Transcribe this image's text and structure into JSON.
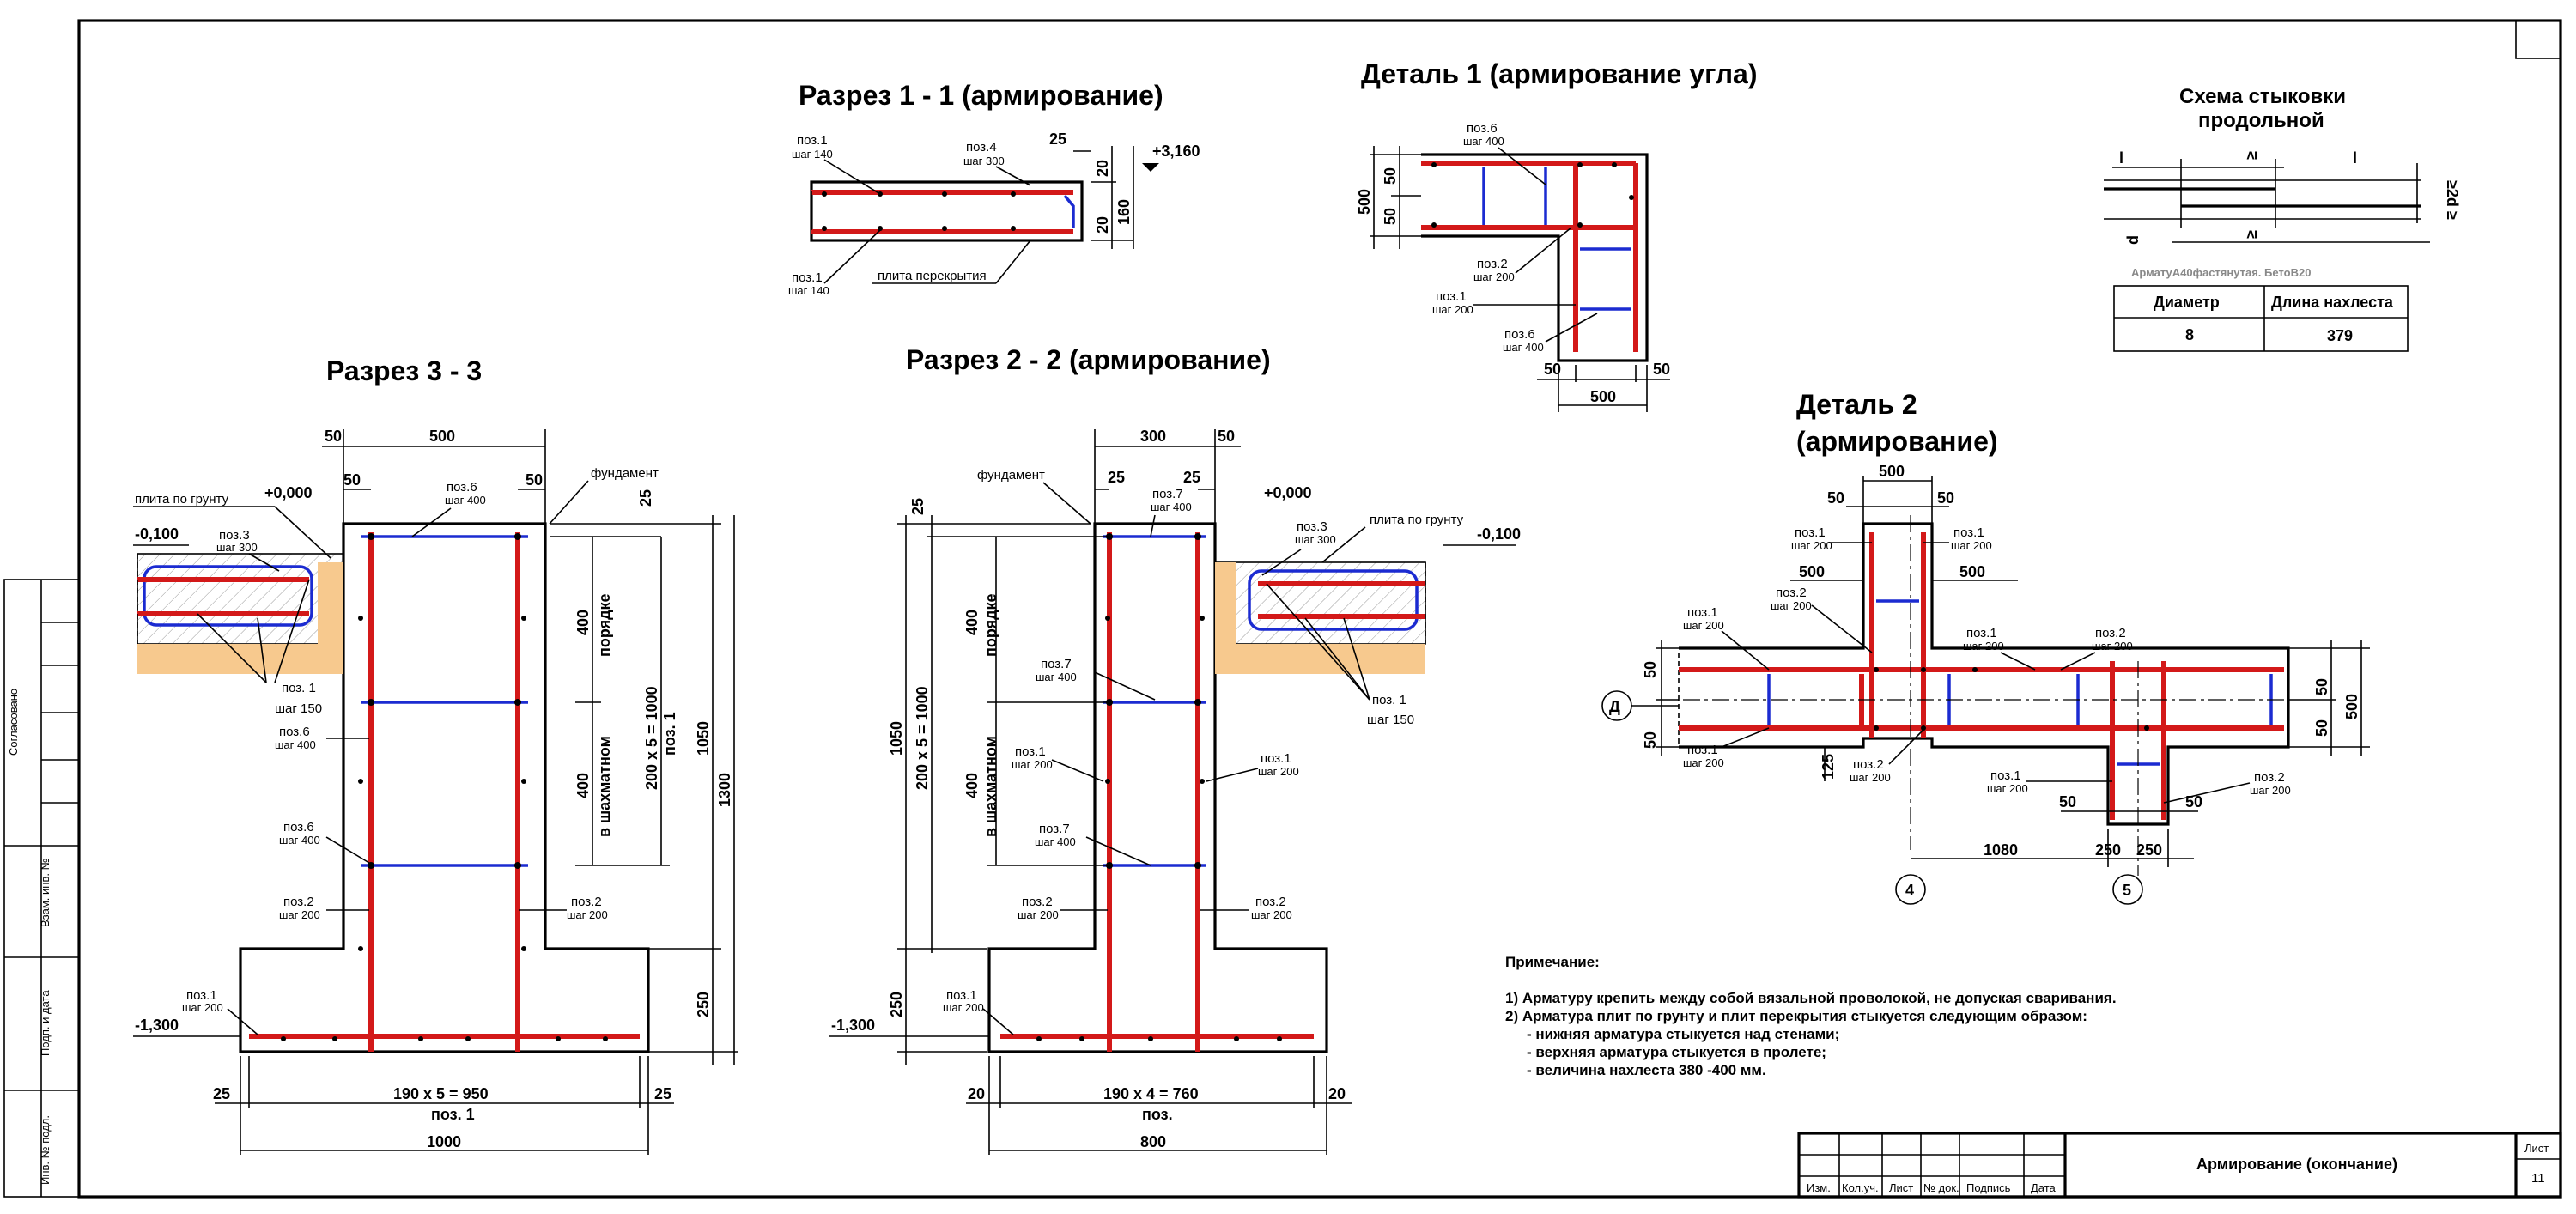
{
  "titles": {
    "sec11": "Разрез 1 - 1 (армирование)",
    "sec22": "Разрез 2 - 2 (армирование)",
    "sec33": "Разрез 3 - 3",
    "det1": "Деталь 1 (армирование угла)",
    "det2_a": "Деталь 2",
    "det2_b": "(армирование)",
    "splice_a": "Схема стыковки",
    "splice_b": "продольной"
  },
  "splice": {
    "caption": "АрматуА40фастянутая.  БетоВ20",
    "col1": "Диаметр",
    "col2": "Длина нахлеста",
    "d": "8",
    "len": "379",
    "l1": "l",
    "l2": "l",
    "ge1": "≥",
    "ge2": "≥",
    "ge2d": "≥2d ≥",
    "dlabel": "d"
  },
  "sec11": {
    "pos1a": "поз.1",
    "step140a": "шаг 140",
    "pos4": "поз.4",
    "step300": "шаг 300",
    "pos1b": "поз.1",
    "step140b": "шаг 140",
    "slab": "плита перекрытия",
    "d25": "25",
    "d20a": "20",
    "d20b": "20",
    "d160": "160",
    "level": "+3,160"
  },
  "sec33": {
    "d50a": "50",
    "d500": "500",
    "d50b": "50",
    "d50c": "50",
    "d25top": "25",
    "plita": "плита по грунту",
    "lvl0": "+0,000",
    "fund": "фундамент",
    "lvl_m01": "-0,100",
    "pos6a": "поз.6",
    "step400a": "шаг 400",
    "pos3": "поз.3",
    "step300": "шаг 300",
    "pos1": "поз. 1",
    "step150": "шаг 150",
    "pos6b": "поз.6",
    "step400b": "шаг 400",
    "pos6c": "поз.6",
    "step400c": "шаг 400",
    "pos2a": "поз.2",
    "step200a": "шаг 200",
    "pos2b": "поз.2",
    "step200b": "шаг 200",
    "pos1b": "поз.1",
    "step200c": "шаг 200",
    "lvl_m13": "-1,300",
    "d400a": "400",
    "porad": "порядке",
    "d400b": "400",
    "shahm": "в шахматном",
    "d1000": "200 x 5 = 1000",
    "posv": "поз. 1",
    "d1050": "1050",
    "d1300": "1300",
    "d250": "250",
    "b25a": "25",
    "b950": "190 x 5 = 950",
    "b25b": "25",
    "bpos": "поз. 1",
    "b1000": "1000"
  },
  "sec22": {
    "d300": "300",
    "d50": "50",
    "d25a": "25",
    "d25b": "25",
    "d25c": "25",
    "fund": "фундамент",
    "lvl0": "+0,000",
    "plita": "плита по грунту",
    "lvl_m01": "-0,100",
    "pos7a": "поз.7",
    "step400a": "шаг 400",
    "pos3": "поз.3",
    "step300": "шаг 300",
    "pos7b": "поз.7",
    "step400b": "шаг 400",
    "pos1r": "поз. 1",
    "step150": "шаг 150",
    "pos1l": "поз.1",
    "step200l": "шаг 200",
    "pos1m": "поз.1",
    "step200m": "шаг 200",
    "pos7c": "поз.7",
    "step400c": "шаг 400",
    "pos2a": "поз.2",
    "step200a": "шаг 200",
    "pos2b": "поз.2",
    "step200b": "шаг 200",
    "pos1b": "поз.1",
    "step200b2": "шаг 200",
    "lvl_m13": "-1,300",
    "d400a": "400",
    "porad": "порядке",
    "d400b": "400",
    "shahm": "в шахматном",
    "d1000": "200 x 5 = 1000",
    "d1050": "1050",
    "d250": "250",
    "b20a": "20",
    "b760": "190 x 4 = 760",
    "b20b": "20",
    "bpos": "поз.",
    "b800": "800"
  },
  "det1": {
    "pos6a": "поз.6",
    "step400a": "шаг 400",
    "pos2": "поз.2",
    "step200a": "шаг 200",
    "pos1": "поз.1",
    "step200b": "шаг 200",
    "pos6b": "поз.6",
    "step400b": "шаг 400",
    "d500v": "500",
    "d50a": "50",
    "d50b": "50",
    "d50c": "50",
    "d50d": "50",
    "d500h": "500"
  },
  "det2": {
    "d500top": "500",
    "d50a": "50",
    "d50b": "50",
    "d500r": "500",
    "pos1a": "поз.1",
    "s200a": "шаг 200",
    "pos1b": "поз.1",
    "s200b": "шаг 200",
    "d500l": "500",
    "pos2a": "поз.2",
    "s200c": "шаг 200",
    "pos1c": "поз.1",
    "s200d": "шаг 200",
    "pos1d": "поз.1",
    "s200e": "шаг 200",
    "pos2b": "поз.2",
    "s200f": "шаг 200",
    "d50l1": "50",
    "d50l2": "50",
    "axisD": "Д",
    "d50r1": "50",
    "d50r2": "50",
    "d500rv": "500",
    "pos1e": "поз.1",
    "s200g": "шаг 200",
    "d125": "125",
    "pos2c": "поз.2",
    "s200h": "шаг 200",
    "pos1f": "поз.1",
    "s200i": "шаг 200",
    "pos2d": "поз.2",
    "s200j": "шаг 200",
    "d50m1": "50",
    "d50m2": "50",
    "d1080": "1080",
    "d250a": "250",
    "d250b": "250",
    "ax4": "4",
    "ax5": "5"
  },
  "notes": {
    "head": "Примечание:",
    "n1": "1) Арматуру крепить между собой вязальной проволокой, не допуская сваривания.",
    "n2": "2) Арматура плит по грунту и плит перекрытия стыкуется следующим образом:",
    "n2a": "- нижняя арматура стыкуется над стенами;",
    "n2b": "- верхняя арматура стыкуется в пролете;",
    "n2c": "- величина нахлеста 380 -400 мм."
  },
  "stamp": {
    "izm": "Изм.",
    "kol": "Кол.уч.",
    "list": "Лист",
    "ndok": "№ док.",
    "podp": "Подпись",
    "data": "Дата",
    "title": "Армирование (окончание)",
    "sheet_lbl": "Лист",
    "sheet_no": "11"
  },
  "side": {
    "s1": "Согласовано",
    "s2": "Взам. инв. №",
    "s3": "Подп. и дата",
    "s4": "Инв. № подл."
  }
}
